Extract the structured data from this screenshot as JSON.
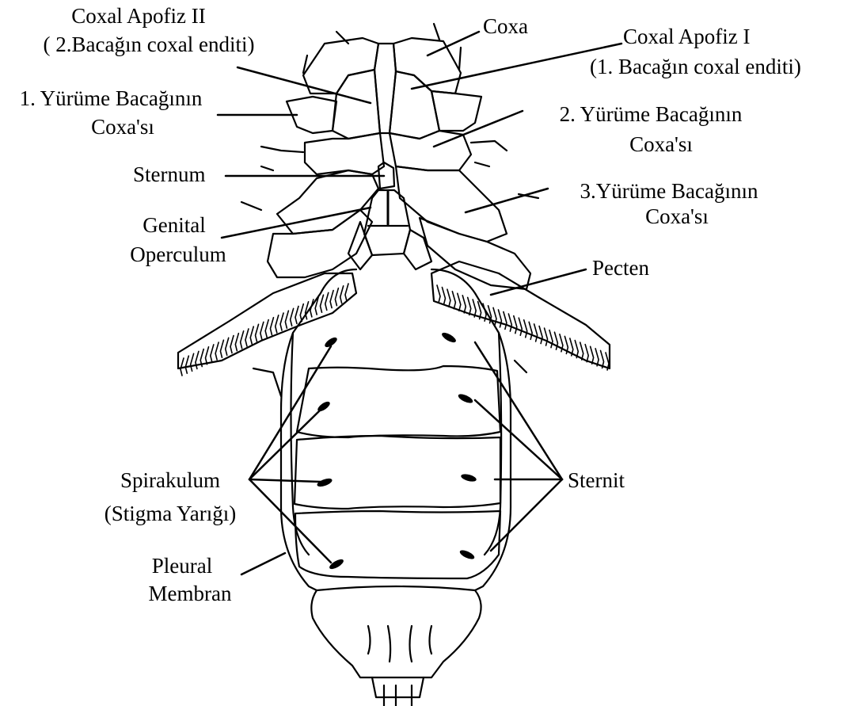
{
  "labels": {
    "coxal_apofiz_2": [
      "Coxal Apofiz II",
      "( 2.Bacağın coxal enditi)"
    ],
    "coxa": [
      "Coxa"
    ],
    "coxal_apofiz_1": [
      "Coxal Apofiz I",
      "(1. Bacağın coxal enditi)"
    ],
    "yurume_1": [
      "1. Yürüme Bacağının",
      "Coxa'sı"
    ],
    "yurume_2": [
      "2. Yürüme Bacağının",
      "Coxa'sı"
    ],
    "sternum": [
      "Sternum"
    ],
    "yurume_3": [
      "3.Yürüme Bacağının",
      "Coxa'sı"
    ],
    "genital_operculum": [
      "Genital",
      "Operculum"
    ],
    "pecten": [
      "Pecten"
    ],
    "spirakulum": [
      "Spirakulum",
      "(Stigma Yarığı)"
    ],
    "sternit": [
      "Sternit"
    ],
    "pleural_membran": [
      "Pleural",
      "Membran"
    ]
  }
}
